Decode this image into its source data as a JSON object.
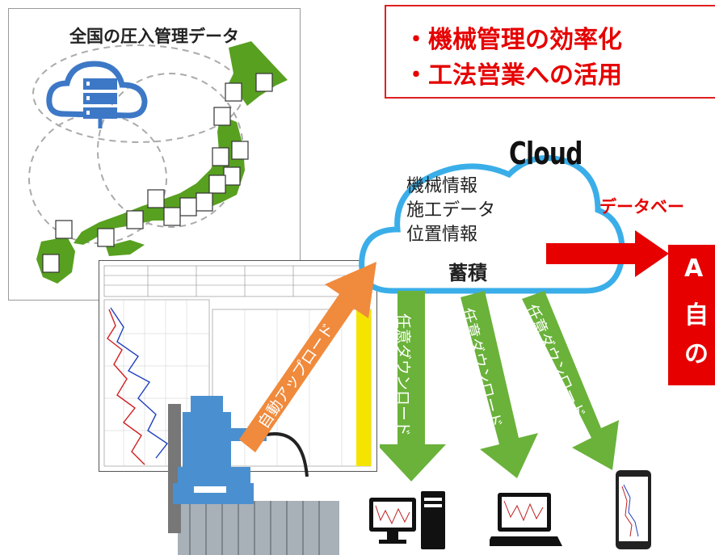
{
  "map": {
    "title": "全国の圧入管理データ"
  },
  "benefits": {
    "item1": "・機械管理の効率化",
    "item2": "・工法営業への活用"
  },
  "cloud": {
    "title": "Cloud",
    "lines": [
      "機械情報",
      "施工データ",
      "位置情報"
    ],
    "storage": "蓄積"
  },
  "database": {
    "label": "データベー"
  },
  "ai_box": {
    "line1": "A",
    "line2": "自",
    "line3": "の"
  },
  "upload": {
    "label": "自動アップロード"
  },
  "downloads": {
    "label1": "任意ダウンロード",
    "label2": "任意ダウンロード",
    "label3": "任意ダウンロード"
  },
  "colors": {
    "accent_red": "#e60000",
    "cloud_blue": "#3aaee8",
    "arrow_green": "#6ab23a",
    "arrow_orange": "#f08a3c",
    "japan_green": "#58a020",
    "machine_blue": "#4a90d0"
  },
  "icons": [
    "cloud-server-icon",
    "desktop-computer-icon",
    "laptop-icon",
    "smartphone-icon",
    "press-in-machine-icon"
  ]
}
